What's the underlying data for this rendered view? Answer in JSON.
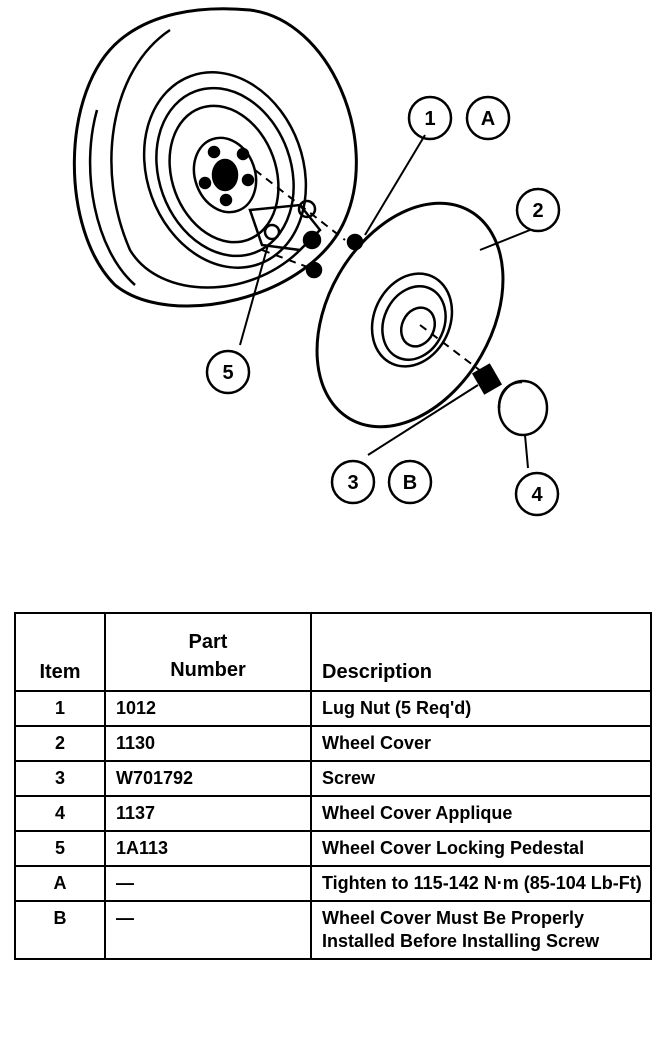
{
  "callouts": {
    "c1": "1",
    "cA": "A",
    "c2": "2",
    "c5": "5",
    "c3": "3",
    "cB": "B",
    "c4": "4"
  },
  "table": {
    "headers": {
      "item": "Item",
      "part_line1": "Part",
      "part_line2": "Number",
      "description": "Description"
    },
    "rows": [
      {
        "item": "1",
        "part": "1012",
        "desc": "Lug Nut (5 Req'd)"
      },
      {
        "item": "2",
        "part": "1130",
        "desc": "Wheel Cover"
      },
      {
        "item": "3",
        "part": "W701792",
        "desc": "Screw"
      },
      {
        "item": "4",
        "part": "1137",
        "desc": "Wheel Cover Applique"
      },
      {
        "item": "5",
        "part": "1A113",
        "desc": "Wheel Cover Locking Pedestal"
      },
      {
        "item": "A",
        "part": "—",
        "desc": "Tighten to 115-142 N·m (85-104 Lb-Ft)"
      },
      {
        "item": "B",
        "part": "—",
        "desc": "Wheel Cover Must Be Properly Installed Before Installing Screw"
      }
    ]
  }
}
